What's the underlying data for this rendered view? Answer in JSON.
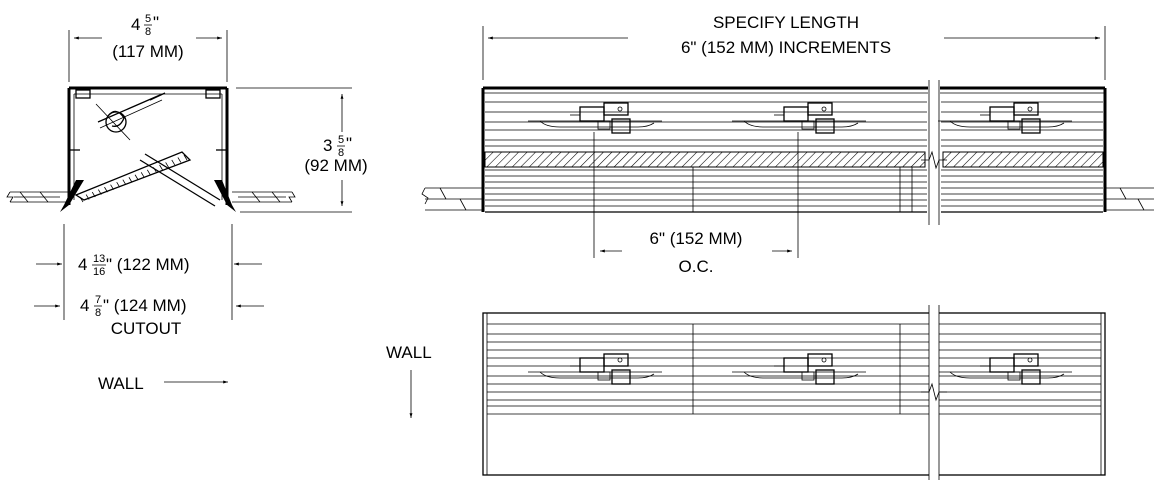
{
  "section_view": {
    "width_whole": "4",
    "width_frac_num": "5",
    "width_frac_den": "8",
    "width_inch_mark": "\"",
    "width_mm": "(117 MM)",
    "height_whole": "3",
    "height_frac_num": "5",
    "height_frac_den": "8",
    "height_inch_mark": "\"",
    "height_mm": "(92 MM)",
    "opening_whole": "4",
    "opening_frac_num": "13",
    "opening_frac_den": "16",
    "opening_rest": "\" (122 MM)",
    "cutout_whole": "4",
    "cutout_frac_num": "7",
    "cutout_frac_den": "8",
    "cutout_rest": "\" (124 MM)",
    "cutout_label": "CUTOUT",
    "wall_label": "WALL"
  },
  "elevation_view": {
    "length_line1": "SPECIFY LENGTH",
    "length_line2": "6\" (152 MM) INCREMENTS",
    "spacing_line1": "6\" (152 MM)",
    "spacing_line2": "O.C."
  },
  "plan_view": {
    "wall_label": "WALL"
  }
}
